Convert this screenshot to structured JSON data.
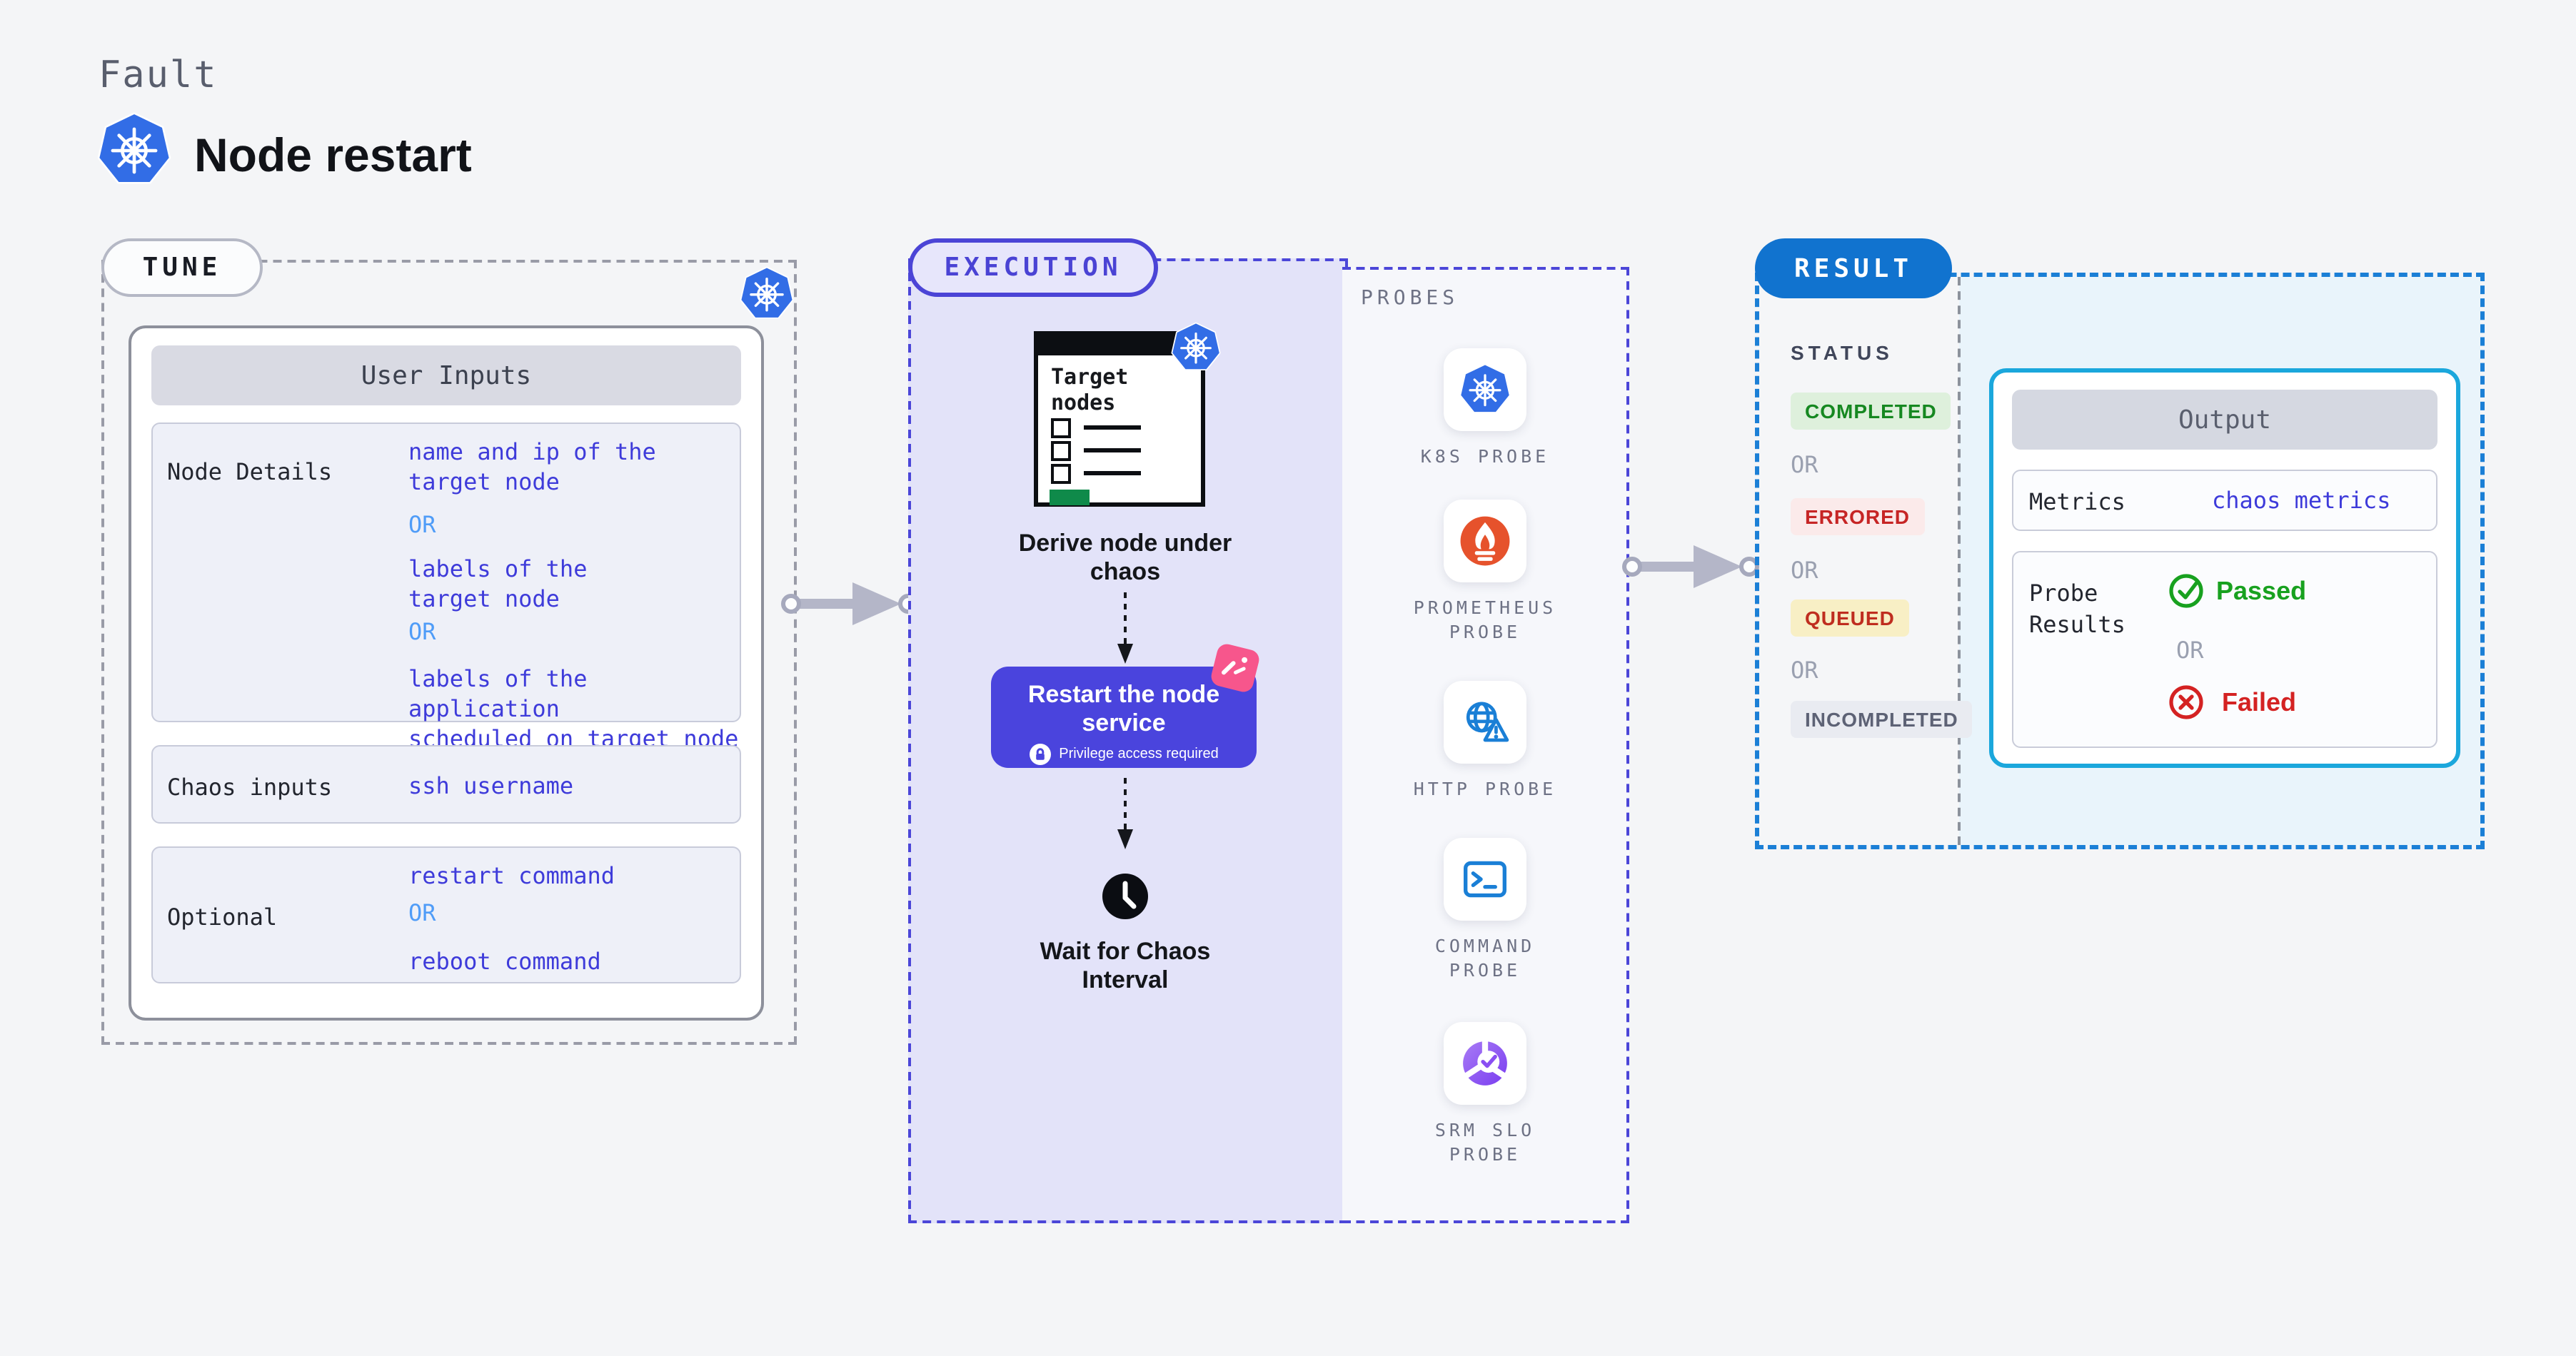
{
  "header": {
    "eyebrow": "Fault",
    "title": "Node restart"
  },
  "tune": {
    "label": "TUNE",
    "table_title": "User Inputs",
    "rows": [
      {
        "label": "Node Details",
        "values": [
          {
            "type": "value",
            "text": "name and ip of the\ntarget node"
          },
          {
            "type": "or",
            "text": "OR"
          },
          {
            "type": "value",
            "text": "labels of the\ntarget node"
          },
          {
            "type": "or",
            "text": "OR"
          },
          {
            "type": "value",
            "text": "labels of the application\nscheduled on target node"
          }
        ]
      },
      {
        "label": "Chaos inputs",
        "values": [
          {
            "type": "value",
            "text": "ssh username"
          }
        ]
      },
      {
        "label": "Optional",
        "values": [
          {
            "type": "value",
            "text": "restart command"
          },
          {
            "type": "or",
            "text": "OR"
          },
          {
            "type": "value",
            "text": "reboot command"
          }
        ]
      }
    ]
  },
  "execution": {
    "label": "EXECUTION",
    "target_card_title": "Target\nnodes",
    "step1": "Derive node under chaos",
    "step2": "Restart the node service",
    "step2_note": "Privilege access required",
    "step3": "Wait for Chaos Interval"
  },
  "probes": {
    "label": "PROBES",
    "items": [
      {
        "name": "K8S PROBE",
        "icon": "kubernetes-icon"
      },
      {
        "name": "PROMETHEUS PROBE",
        "icon": "prometheus-icon"
      },
      {
        "name": "HTTP PROBE",
        "icon": "globe-alert-icon"
      },
      {
        "name": "COMMAND PROBE",
        "icon": "terminal-icon"
      },
      {
        "name": "SRM SLO PROBE",
        "icon": "slo-donut-check-icon"
      }
    ]
  },
  "result": {
    "label": "RESULT",
    "status_title": "STATUS",
    "or_label": "OR",
    "statuses": [
      {
        "text": "COMPLETED",
        "fg": "#168821",
        "bg": "#def0dc"
      },
      {
        "text": "ERRORED",
        "fg": "#c62525",
        "bg": "#fbeaea"
      },
      {
        "text": "QUEUED",
        "fg": "#bf2d1f",
        "bg": "#f8efc5"
      },
      {
        "text": "INCOMPLETED",
        "fg": "#5d6275",
        "bg": "#e9ebf1"
      }
    ],
    "output": {
      "title": "Output",
      "metrics_label": "Metrics",
      "metrics_value": "chaos metrics",
      "probe_results_label": "Probe Results",
      "passed": "Passed",
      "failed": "Failed"
    }
  },
  "accents": {
    "kubernetes_blue": "#326de6",
    "execution_indigo": "#4b44d6",
    "result_blue": "#1173cf",
    "output_border_cyan": "#1ba7dc",
    "chaos_pink": "#f7568c",
    "prometheus_orange": "#e6522c",
    "probe_blue": "#1a7fd6",
    "srm_purple": "#8a4ff2",
    "link_indigo": "#3e3bda",
    "or_blue": "#4f9cf8",
    "passed_green": "#18a11f",
    "failed_red": "#d42222",
    "arrow_gray": "#b4b6c8"
  }
}
